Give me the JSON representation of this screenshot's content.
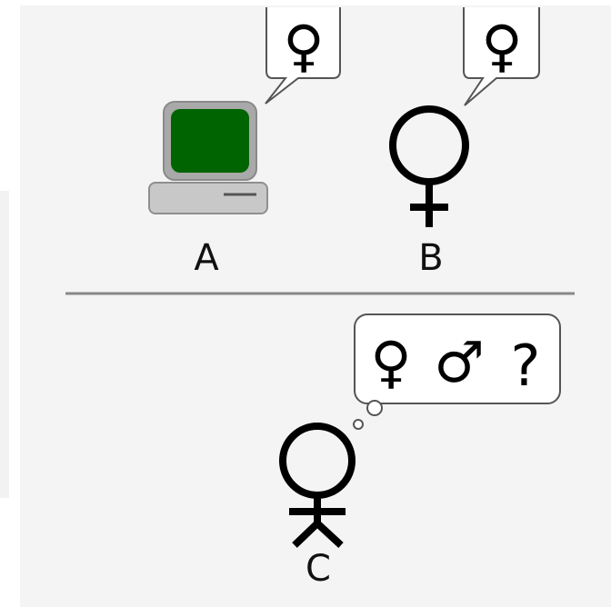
{
  "diagram": {
    "labels": {
      "a": "A",
      "b": "B",
      "c": "C"
    },
    "thoughts": {
      "a": [
        "♀"
      ],
      "b": [
        "♀"
      ],
      "c": [
        "♀",
        "♂",
        "?"
      ]
    },
    "colors": {
      "screen": "#006400",
      "monitor": "#a9a9a9",
      "ink": "#000000",
      "divider": "#888888"
    },
    "icons": {
      "computer": "computer-icon",
      "woman": "female-symbol-icon",
      "person": "stick-figure-icon"
    }
  }
}
